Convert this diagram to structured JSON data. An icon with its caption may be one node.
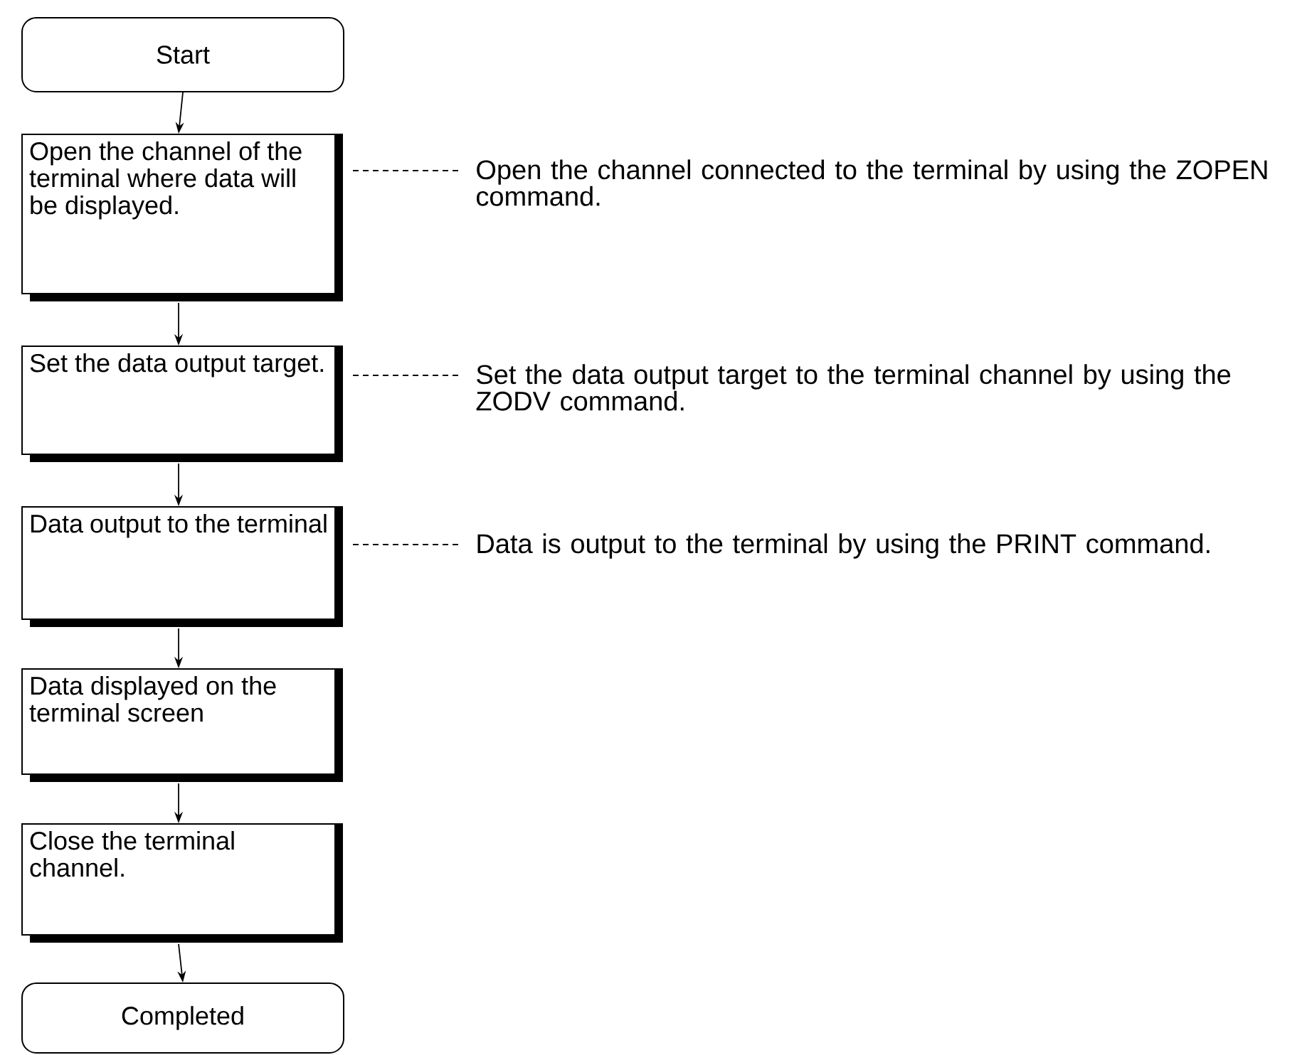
{
  "diagram": {
    "nodes": [
      {
        "text": [
          "Start"
        ]
      },
      {
        "text": [
          "Open the channel of the terminal where data will be displayed."
        ]
      },
      {
        "text": [
          "Open the channel connected to the terminal by using the ZOPEN command."
        ]
      },
      {
        "text": [
          "Set the data output target."
        ]
      },
      {
        "text": [
          "Set the data output target to the terminal channel by using the ZODV command."
        ]
      },
      {
        "text": [
          "Data output to the terminal"
        ]
      },
      {
        "text": [
          "Data is output to the terminal by using the PRINT command."
        ]
      },
      {
        "text": [
          "Data displayed on the terminal screen"
        ]
      },
      {
        "text": [
          "Close the terminal channel."
        ]
      },
      {
        "text": [
          "Completed"
        ]
      }
    ],
    "edges": [
      {
        "from": 0,
        "to": 1,
        "arrow": "to"
      },
      {
        "from": 1,
        "to": 2,
        "arrow": "none",
        "style": "dashed"
      },
      {
        "from": 1,
        "to": 3,
        "arrow": "to"
      },
      {
        "from": 3,
        "to": 4,
        "arrow": "none",
        "style": "dashed"
      },
      {
        "from": 3,
        "to": 5,
        "arrow": "to"
      },
      {
        "from": 5,
        "to": 6,
        "arrow": "none",
        "style": "dashed"
      },
      {
        "from": 5,
        "to": 7,
        "arrow": "to"
      },
      {
        "from": 7,
        "to": 8,
        "arrow": "to"
      },
      {
        "from": 8,
        "to": 9,
        "arrow": "to"
      }
    ]
  }
}
